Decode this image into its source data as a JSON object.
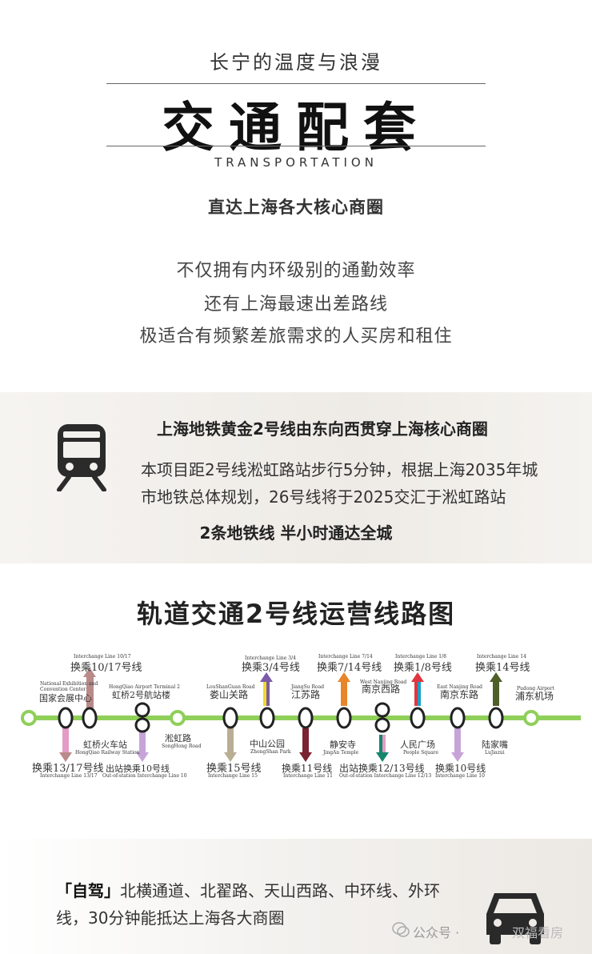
{
  "header": {
    "subtitle": "长宁的温度与浪漫",
    "title": "交通配套",
    "title_en": "TRANSPORTATION",
    "tagline": "直达上海各大核心商圈"
  },
  "intro": {
    "lines": [
      "不仅拥有内环级别的通勤效率",
      "还有上海最速出差路线",
      "极适合有频繁差旅需求的人买房和租住"
    ]
  },
  "metro": {
    "heading": "上海地铁黄金2号线由东向西贯穿上海核心商圈",
    "body_line1": "本项目距2号线淞虹路站步行5分钟，根据上海2035年城",
    "body_line2": "市地铁总体规划，26号线将于2025交汇于淞虹路站",
    "footer": "2条地铁线  半小时通达全城"
  },
  "map": {
    "title": "轨道交通2号线运营线路图",
    "stations": {
      "nat_cn": "国家会展中心",
      "nat_en1": "National Exhibition and",
      "nat_en2": "Convention Center",
      "hq_rail_cn": "虹桥火车站",
      "hq_rail_en": "HongQiao Railway Station",
      "hq_air_cn": "虹桥2号航站楼",
      "hq_air_en": "HongQiao Airport Terminal 2",
      "songhong_cn": "淞虹路",
      "songhong_en": "SongHong Road",
      "loushan_cn": "娄山关路",
      "loushan_en": "LouShanGuan Road",
      "zsp_cn": "中山公园",
      "zsp_en": "ZhongShan Park",
      "jiangsu_cn": "江苏路",
      "jiangsu_en": "JiangSu Road",
      "jingan_cn": "静安寺",
      "jingan_en": "JingAn Temple",
      "wnj_cn": "南京西路",
      "wnj_en": "West Nanjing Road",
      "rmgc_cn": "人民广场",
      "rmgc_en": "People Square",
      "enj_cn": "南京东路",
      "enj_en": "East Nanjing Road",
      "ljz_cn": "陆家嘴",
      "ljz_en": "LuJiazui",
      "pd_cn": "浦东机场",
      "pd_en": "Pudong Airport"
    },
    "transfers": {
      "t1017_en": "Interchange Line 10/17",
      "t1017_cn": "换乘10/17号线",
      "t1317_cn": "换乘13/17号线",
      "t1317_en": "Interchange Line 13/17",
      "t10_out_cn": "出站换乘10号线",
      "t10_out_en": "Out-of-station Interchange Line 10",
      "t15_cn": "换乘15号线",
      "t15_en": "Interchange Line 15",
      "t34_en": "Interchange Line 3/4",
      "t34_cn": "换乘3/4号线",
      "t11_cn": "换乘11号线",
      "t11_en": "Interchange Line 11",
      "t714_en": "Interchange Line 7/14",
      "t714_cn": "换乘7/14号线",
      "t1213_out_cn": "出站换乘12/13号线",
      "t1213_out_en": "Out-of-station Interchange Line 12/13",
      "t18_en": "Interchange Line 1/8",
      "t18_cn": "换乘1/8号线",
      "t10_cn": "换乘10号线",
      "t10_en": "Interchange Line 10",
      "t14_en": "Interchange Line 14",
      "t14_cn": "换乘14号线"
    },
    "colors": {
      "line2": "#8fcf5a",
      "l10": "#c7a4d8",
      "l17": "#b98a8a",
      "l13": "#e49ac6",
      "l15": "#b9ad93",
      "l34": "#7b5aa6",
      "l11": "#7a2231",
      "l7": "#e8852a",
      "l12": "#15866d",
      "l1": "#e0363f",
      "l14": "#4f5f2a",
      "l3": "#f2d72b"
    }
  },
  "drive": {
    "label": "「自驾」",
    "line1": "北横通道、北翟路、天山西路、中环线、外环",
    "line2": "线，30分钟能抵达上海各大商圈"
  },
  "watermark": {
    "text": "公众号 ·",
    "name": "双福看房"
  },
  "icons": [
    "train-icon",
    "car-icon",
    "wechat-icon"
  ]
}
